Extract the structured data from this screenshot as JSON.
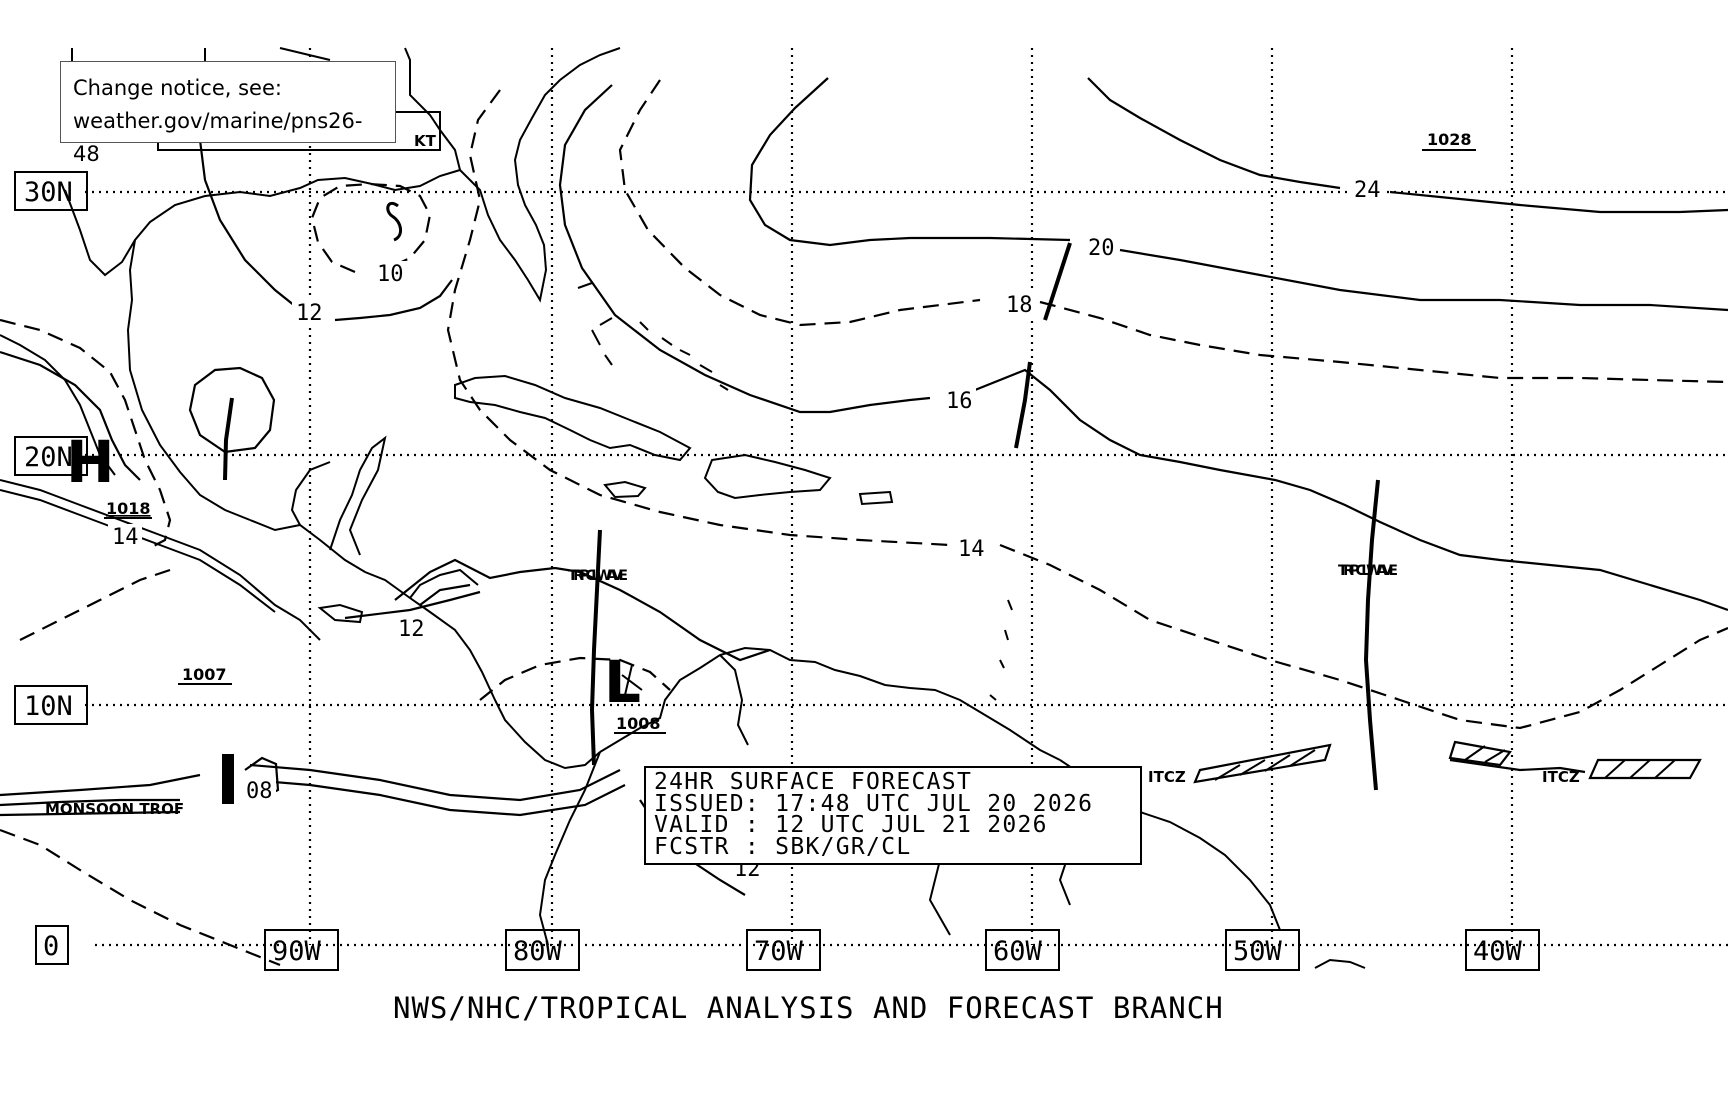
{
  "notice": {
    "line1": "Change notice, see:",
    "line2": "weather.gov/marine/pns26-48"
  },
  "forecast_box": {
    "line1": "24HR SURFACE FORECAST",
    "line2": "ISSUED: 17:48 UTC JUL 20 2026",
    "line3": "VALID : 12 UTC JUL 21 2026",
    "line4": "FCSTR : SBK/GR/CL"
  },
  "footer": "NWS/NHC/TROPICAL ANALYSIS AND FORECAST BRANCH",
  "latitude_labels": [
    "30N",
    "20N",
    "10N",
    "0"
  ],
  "longitude_labels": [
    "90W",
    "80W",
    "70W",
    "60W",
    "50W",
    "40W"
  ],
  "scale_unit": "KT",
  "isobar_labels": [
    "24",
    "20",
    "18",
    "16",
    "14",
    "14",
    "12",
    "12",
    "12",
    "10",
    "08"
  ],
  "pressure_centers": [
    {
      "symbol": "H",
      "value": "1018"
    },
    {
      "symbol": "L",
      "value": "1008"
    },
    {
      "symbol": "",
      "value": "1028"
    },
    {
      "symbol": "",
      "value": "1007"
    }
  ],
  "features": {
    "tropical_wave_1": "TRPCL WAVE",
    "tropical_wave_2": "TRPCL WAVE",
    "itcz_1": "ITCZ",
    "itcz_2": "ITCZ",
    "monsoon": "MONSOON TROF"
  },
  "colors": {
    "ink": "#000000",
    "background": "#ffffff"
  }
}
